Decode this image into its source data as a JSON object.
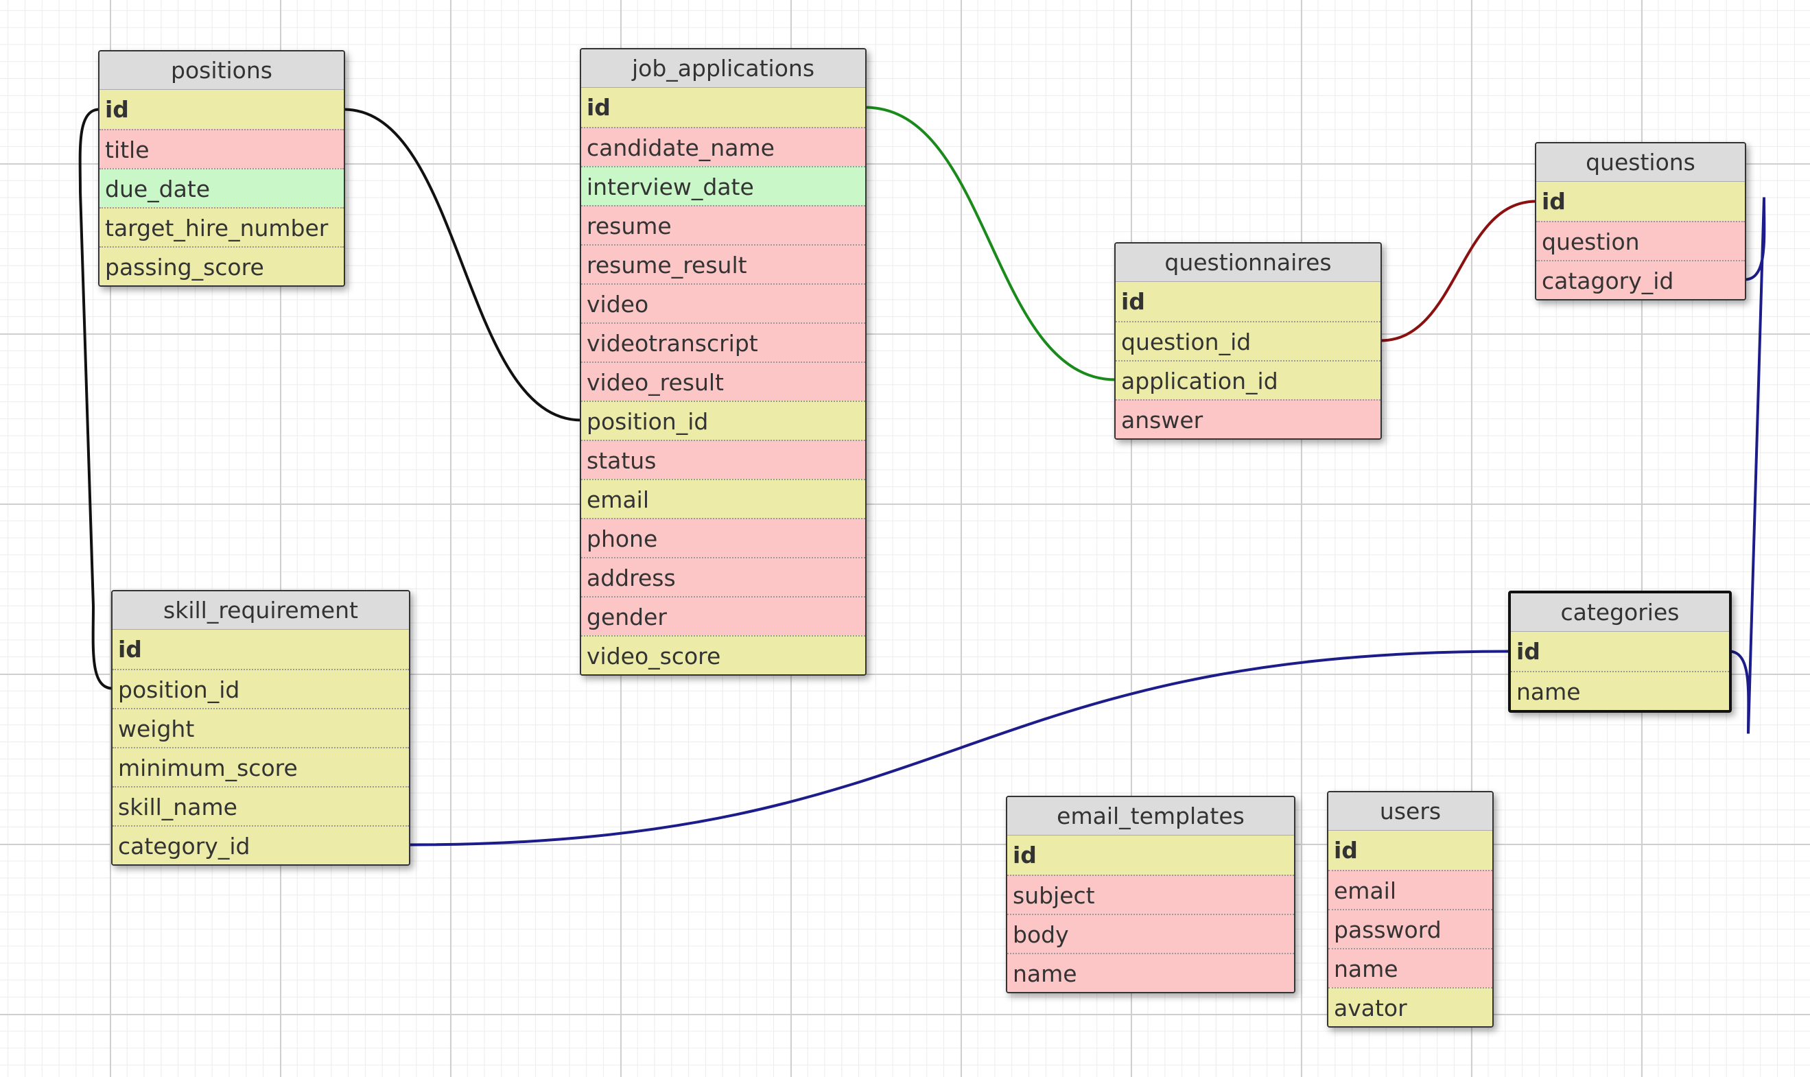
{
  "tables": {
    "positions": {
      "name": "positions",
      "fields": [
        {
          "name": "id",
          "color": "yellow",
          "key": true
        },
        {
          "name": "title",
          "color": "red"
        },
        {
          "name": "due_date",
          "color": "green"
        },
        {
          "name": "target_hire_number",
          "color": "yellow"
        },
        {
          "name": "passing_score",
          "color": "yellow"
        }
      ]
    },
    "job_applications": {
      "name": "job_applications",
      "fields": [
        {
          "name": "id",
          "color": "yellow",
          "key": true
        },
        {
          "name": "candidate_name",
          "color": "red"
        },
        {
          "name": "interview_date",
          "color": "green"
        },
        {
          "name": "resume",
          "color": "red"
        },
        {
          "name": "resume_result",
          "color": "red"
        },
        {
          "name": "video",
          "color": "red"
        },
        {
          "name": "videotranscript",
          "color": "red"
        },
        {
          "name": "video_result",
          "color": "red"
        },
        {
          "name": "position_id",
          "color": "yellow"
        },
        {
          "name": "status",
          "color": "red"
        },
        {
          "name": "email",
          "color": "yellow"
        },
        {
          "name": "phone",
          "color": "red"
        },
        {
          "name": "address",
          "color": "red"
        },
        {
          "name": "gender",
          "color": "red"
        },
        {
          "name": "video_score",
          "color": "yellow"
        }
      ]
    },
    "questionnaires": {
      "name": "questionnaires",
      "fields": [
        {
          "name": "id",
          "color": "yellow",
          "key": true
        },
        {
          "name": "question_id",
          "color": "yellow"
        },
        {
          "name": "application_id",
          "color": "yellow"
        },
        {
          "name": "answer",
          "color": "red"
        }
      ]
    },
    "questions": {
      "name": "questions",
      "fields": [
        {
          "name": "id",
          "color": "yellow",
          "key": true
        },
        {
          "name": "question",
          "color": "red"
        },
        {
          "name": "catagory_id",
          "color": "red"
        }
      ]
    },
    "skill_requirement": {
      "name": "skill_requirement",
      "fields": [
        {
          "name": "id",
          "color": "yellow",
          "key": true
        },
        {
          "name": "position_id",
          "color": "yellow"
        },
        {
          "name": "weight",
          "color": "yellow"
        },
        {
          "name": "minimum_score",
          "color": "yellow"
        },
        {
          "name": "skill_name",
          "color": "yellow"
        },
        {
          "name": "category_id",
          "color": "yellow"
        }
      ]
    },
    "categories": {
      "name": "categories",
      "selected": true,
      "fields": [
        {
          "name": "id",
          "color": "yellow",
          "key": true
        },
        {
          "name": "name",
          "color": "yellow"
        }
      ]
    },
    "email_templates": {
      "name": "email_templates",
      "fields": [
        {
          "name": "id",
          "color": "yellow",
          "key": true
        },
        {
          "name": "subject",
          "color": "red"
        },
        {
          "name": "body",
          "color": "red"
        },
        {
          "name": "name",
          "color": "red"
        }
      ]
    },
    "users": {
      "name": "users",
      "fields": [
        {
          "name": "id",
          "color": "yellow",
          "key": true
        },
        {
          "name": "email",
          "color": "red"
        },
        {
          "name": "password",
          "color": "red"
        },
        {
          "name": "name",
          "color": "red"
        },
        {
          "name": "avator",
          "color": "yellow"
        }
      ]
    }
  },
  "relations": [
    {
      "from": "positions.id",
      "to": "job_applications.position_id",
      "color": "#111111"
    },
    {
      "from": "positions.id",
      "to": "skill_requirement.position_id",
      "color": "#111111"
    },
    {
      "from": "job_applications.id",
      "to": "questionnaires.application_id",
      "color": "#1a8a1a"
    },
    {
      "from": "questions.id",
      "to": "questionnaires.question_id",
      "color": "#8b1010"
    },
    {
      "from": "categories.id",
      "to": "questions.catagory_id",
      "color": "#1c1c8a"
    },
    {
      "from": "categories.id",
      "to": "skill_requirement.category_id",
      "color": "#1c1c8a"
    }
  ],
  "colors": {
    "yellow": "#ececa8",
    "red": "#fcc6c6",
    "green": "#caf7c8",
    "header": "#dcdcdc"
  }
}
